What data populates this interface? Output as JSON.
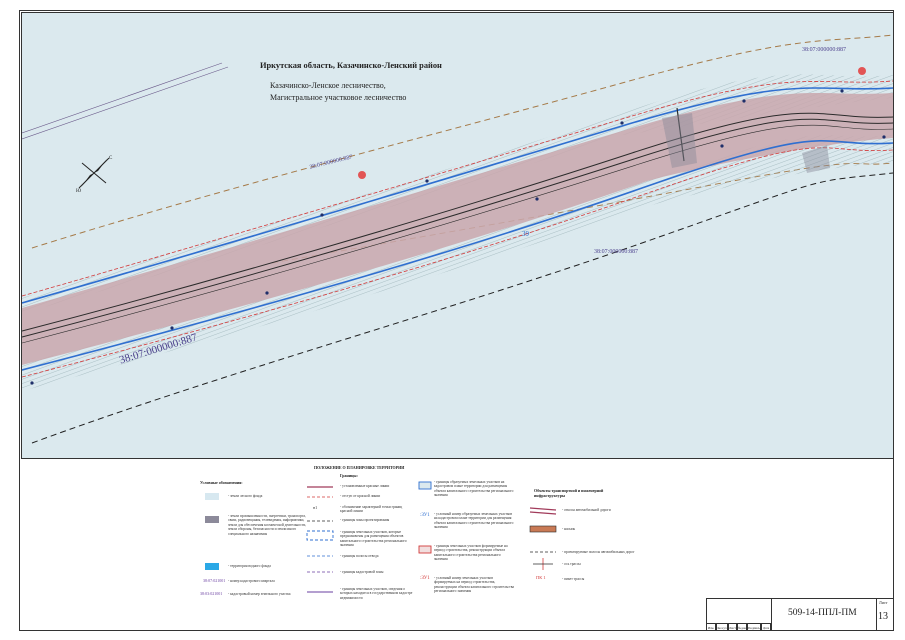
{
  "map": {
    "title_region": "Иркутская область, Казачинско-Ленский район",
    "title_forestry_1": "Казачинско-Ленское лесничество,",
    "title_forestry_2": "Магистральное участковое лесничество",
    "cadastral_main": "38:07:000000:887",
    "cadastral_mid": "38:07:000000:887",
    "cadastral_lower": "38:07:000000:887",
    "cadastral_top_right": "38:07:000000:887",
    "parcel_label": "39",
    "colors": {
      "background": "#dbe9ee",
      "corridor_fill": "#c9a7ad",
      "blue_line": "#2f6fd0",
      "red_line": "#d23a3a",
      "rail": "#2b2b2b",
      "brown_dash": "#a57a48"
    },
    "north_arrow": "compass-rose-icon"
  },
  "legend": {
    "conventions_title": "Условные обозначения:",
    "conv_items": [
      "- земли лесного фонда",
      "- земли промышленности, энергетики, транспорта, связи, радиовещания, телевидения, информатики, земли для обеспечения космической деятельности, земли обороны, безопасности и земли иного специального назначения",
      "- территория водного фонда",
      "- номер кадастрового квартала",
      "- кадастровый номер земельного участка"
    ],
    "conv_codes": [
      "38:07:021001",
      "38:03:021001"
    ],
    "planning_title": "ПОЛОЖЕНИЕ О ПЛАНИРОВКЕ ТЕРРИТОРИИ",
    "boundaries_title": "Границы:",
    "plan_items": [
      "- установленные красные линии",
      "- отступ от красной линии",
      "- обозначение характерной точки границ красной линии",
      "- границы зоны проектирования",
      "- границы земельных участков, которые предназначены для размещения объектов капитального строительства регионального значения",
      "- границы полосы отвода",
      "- границы кадастровой зоны",
      "- границы земельных участков, сведения о которых находятся в государственном кадастре недвижимости"
    ],
    "plan_point_label": "н1",
    "mid_items": [
      "- границы образуемых земельных участков на кадастровом плане территории для размещения объекта капитального строительства регионального значения",
      "- условный номер образуемых земельных участков на кадастровом плане территории для размещения объекта капитального строительства регионального значения",
      "- границы земельных участков формируемые на период строительства, реконструкции объекта капитального строительства регионального значения",
      "- условный номер земельных участков формируемых на период строительства, реконструкции объекта капитального строительства регионального значения"
    ],
    "mid_codes": [
      ":ЗУ1",
      ":ЗУ1"
    ],
    "transport_title": "Объекты транспортной и инженерной инфраструктуры",
    "transport_items": [
      "- откосы автомобильной дороги",
      "- насыпь",
      "- проектируемые полосы автомобильных дорог",
      "- ось трассы",
      "- пикет трассы"
    ],
    "picket_label": "ПК 1"
  },
  "stamp": {
    "code": "509-14-ППЛ-ПМ",
    "sheet_label": "Лист",
    "sheet_number": "13",
    "columns": [
      "Изм.",
      "Кол.уч",
      "Лист",
      "№док",
      "Подпись",
      "Дата"
    ]
  }
}
